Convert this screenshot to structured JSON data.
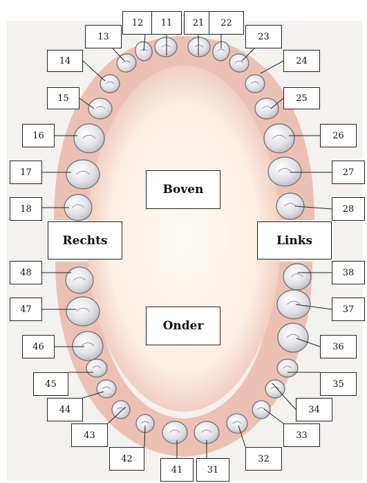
{
  "regions": {
    "upper": "Boven",
    "lower": "Onder",
    "right": "Rechts",
    "left": "Links"
  },
  "teeth": {
    "upper_right": [
      "18",
      "17",
      "16",
      "15",
      "14",
      "13",
      "12",
      "11"
    ],
    "upper_left": [
      "21",
      "22",
      "23",
      "24",
      "25",
      "26",
      "27",
      "28"
    ],
    "lower_right": [
      "48",
      "47",
      "46",
      "45",
      "44",
      "43",
      "42",
      "41"
    ],
    "lower_left": [
      "31",
      "32",
      "33",
      "34",
      "35",
      "36",
      "37",
      "38"
    ]
  },
  "colors": {
    "background": "#ffffff",
    "chart_background": "#f4f2ef",
    "gum": "#e7b3a5",
    "palate": "#fff7f0",
    "tooth": "#dfdfe4",
    "tooth_outline": "#6b6b72",
    "leader_line": "#222222",
    "label_border": "#222222"
  }
}
